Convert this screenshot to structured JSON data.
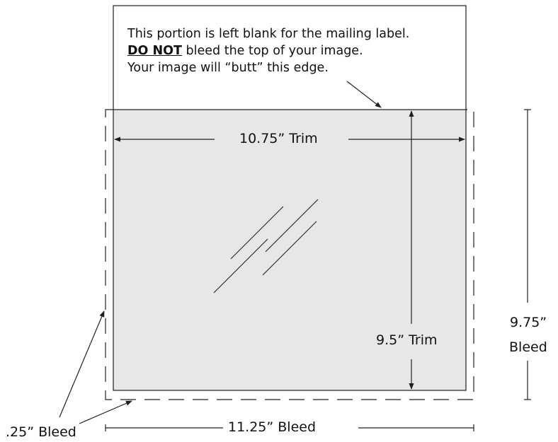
{
  "note": {
    "line1": "This portion is left blank for the mailing label.",
    "line2_emphasis": "DO NOT",
    "line2_rest": " bleed the top of your image.",
    "line3": "Your image will “butt” this edge."
  },
  "labels": {
    "trim_width": "10.75” Trim",
    "trim_height": "9.5” Trim",
    "bleed_height_value": "9.75”",
    "bleed_height_word": "Bleed",
    "bleed_margin": ".25” Bleed",
    "bleed_width": "11.25” Bleed"
  },
  "colors": {
    "image_fill": "#e6e7e8",
    "stroke": "#231f20",
    "background": "#ffffff"
  }
}
